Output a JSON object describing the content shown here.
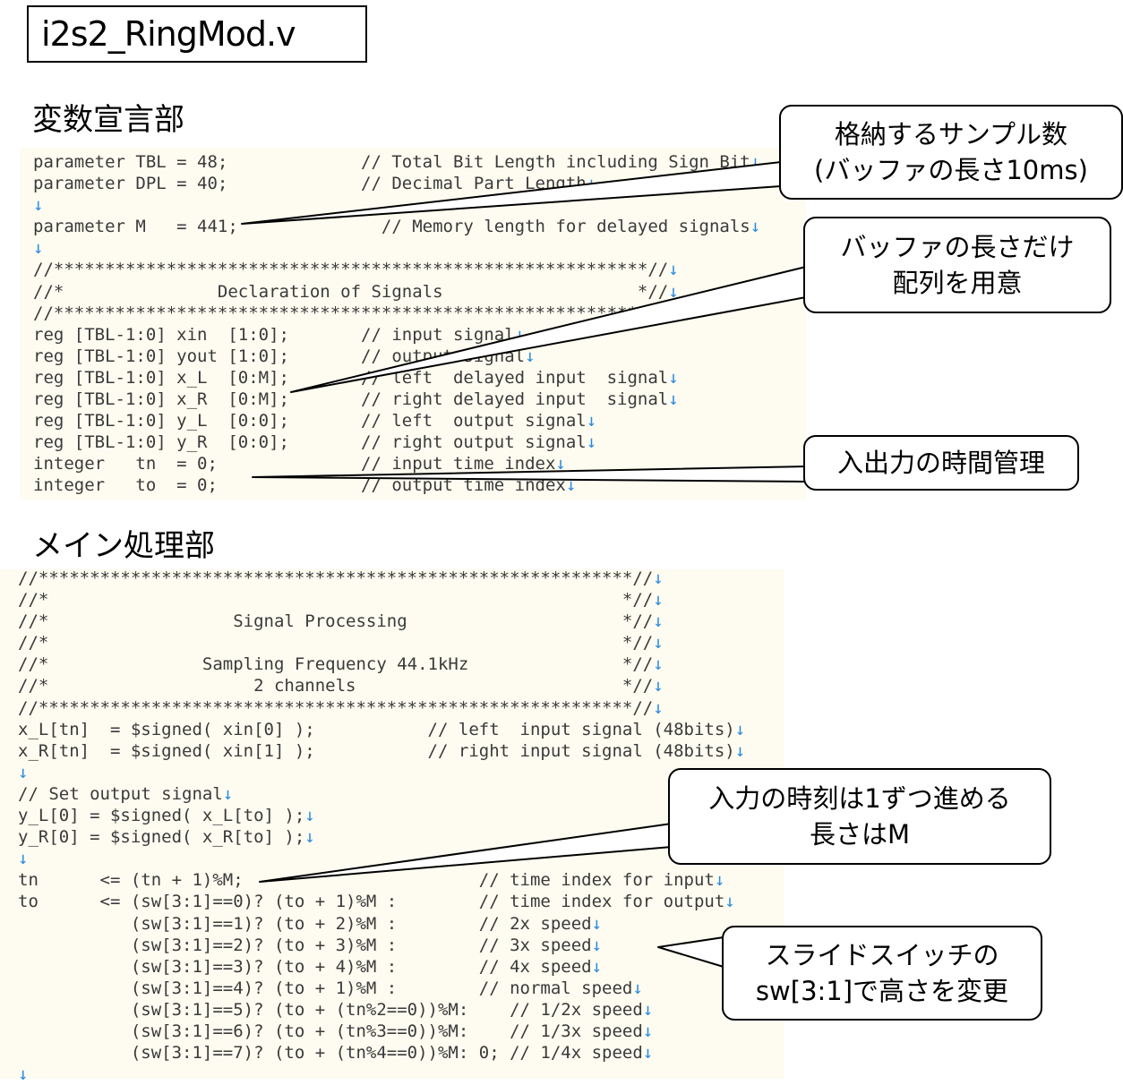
{
  "title": "i2s2_RingMod.v",
  "sections": {
    "declarations_heading": "変数宣言部",
    "main_heading": "メイン処理部"
  },
  "callouts": {
    "sample_count": [
      "格納するサンプル数",
      "(バッファの長さ10ms)"
    ],
    "buffer_array": [
      "バッファの長さだけ",
      "配列を用意"
    ],
    "time_mgmt": [
      "入出力の時間管理"
    ],
    "input_time": [
      "入力の時刻は1ずつ進める",
      "長さはM"
    ],
    "slide_switch": [
      "スライドスイッチの",
      "sw[3:1]で高さを変更"
    ]
  },
  "code_declarations": [
    "parameter TBL = 48;             // Total Bit Length including Sign Bit↓",
    "parameter DPL = 40;             // Decimal Part Length↓",
    "↓",
    "parameter M   = 441;              // Memory length for delayed signals↓",
    "↓",
    "//**********************************************************//↓",
    "//*               Declaration of Signals                   *//↓",
    "//**********************************************************//↓",
    "reg [TBL-1:0] xin  [1:0];       // input signal↓",
    "reg [TBL-1:0] yout [1:0];       // output signal↓",
    "reg [TBL-1:0] x_L  [0:M];       // left  delayed input  signal↓",
    "reg [TBL-1:0] x_R  [0:M];       // right delayed input  signal↓",
    "reg [TBL-1:0] y_L  [0:0];       // left  output signal↓",
    "reg [TBL-1:0] y_R  [0:0];       // right output signal↓",
    "integer   tn  = 0;              // input time index↓",
    "integer   to  = 0;              // output time index↓"
  ],
  "code_main": [
    "//**********************************************************//↓",
    "//*                                                        *//↓",
    "//*                  Signal Processing                     *//↓",
    "//*                                                        *//↓",
    "//*               Sampling Frequency 44.1kHz               *//↓",
    "//*                    2 channels                          *//↓",
    "//**********************************************************//↓",
    "x_L[tn]  = $signed( xin[0] );           // left  input signal (48bits)↓",
    "x_R[tn]  = $signed( xin[1] );           // right input signal (48bits)↓",
    "↓",
    "// Set output signal↓",
    "y_L[0] = $signed( x_L[to] );↓",
    "y_R[0] = $signed( x_R[to] );↓",
    "↓",
    "tn      <= (tn + 1)%M;                       // time index for input↓",
    "to      <= (sw[3:1]==0)? (to + 1)%M :        // time index for output↓",
    "           (sw[3:1]==1)? (to + 2)%M :        // 2x speed↓",
    "           (sw[3:1]==2)? (to + 3)%M :        // 3x speed↓",
    "           (sw[3:1]==3)? (to + 4)%M :        // 4x speed↓",
    "           (sw[3:1]==4)? (to + 1)%M :        // normal speed↓",
    "           (sw[3:1]==5)? (to + (tn%2==0))%M:    // 1/2x speed↓",
    "           (sw[3:1]==6)? (to + (tn%3==0))%M:    // 1/3x speed↓",
    "           (sw[3:1]==7)? (to + (tn%4==0))%M: 0; // 1/4x speed↓",
    "↓"
  ]
}
